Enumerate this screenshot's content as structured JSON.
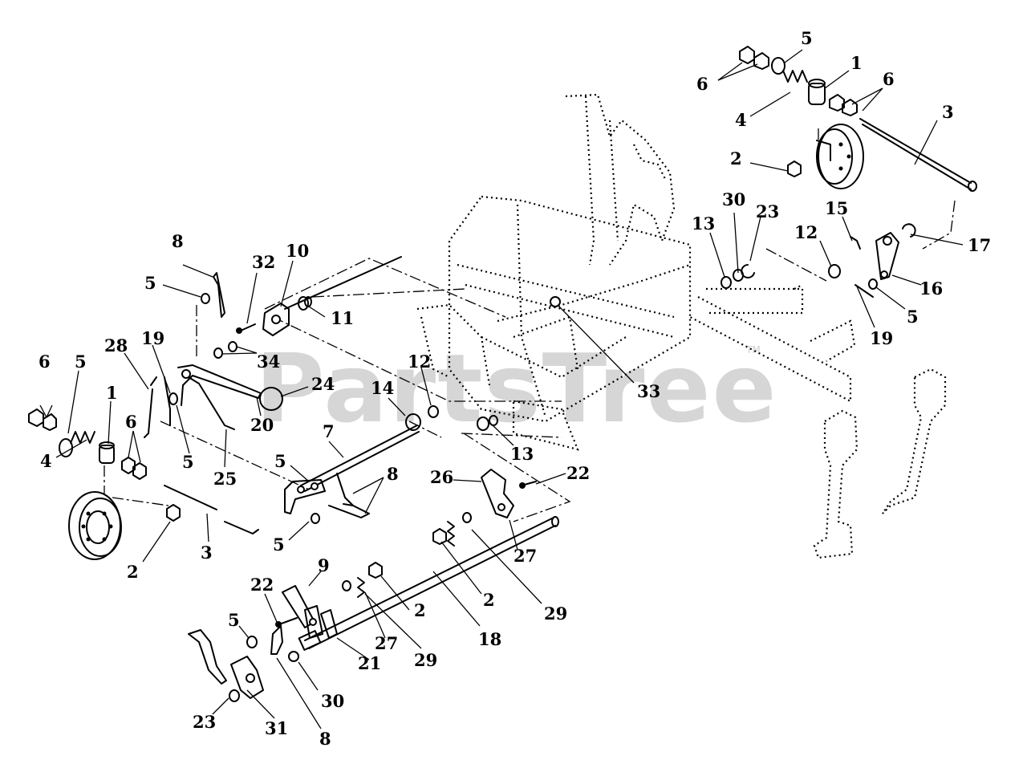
{
  "watermark": {
    "text": "PartsTree",
    "trademark": "TM"
  },
  "callouts": [
    "1",
    "1",
    "2",
    "2",
    "2",
    "2",
    "3",
    "3",
    "4",
    "4",
    "5",
    "5",
    "5",
    "5",
    "5",
    "5",
    "5",
    "5",
    "6",
    "6",
    "6",
    "6",
    "7",
    "8",
    "8",
    "8",
    "9",
    "10",
    "11",
    "12",
    "12",
    "13",
    "13",
    "14",
    "15",
    "16",
    "17",
    "18",
    "19",
    "19",
    "20",
    "21",
    "22",
    "22",
    "23",
    "23",
    "24",
    "25",
    "26",
    "27",
    "27",
    "28",
    "29",
    "29",
    "30",
    "30",
    "31",
    "32",
    "33",
    "34"
  ]
}
